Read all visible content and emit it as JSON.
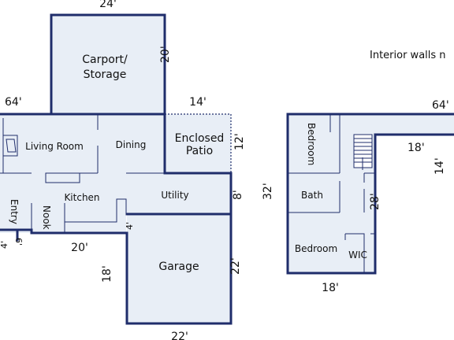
{
  "rooms": {
    "carport_line1": "Carport/",
    "carport_line2": "Storage",
    "living_room": "Living Room",
    "dining": "Dining",
    "enclosed_line1": "Enclosed",
    "enclosed_line2": "Patio",
    "kitchen": "Kitchen",
    "utility": "Utility",
    "entry": "Entry",
    "nook": "Nook",
    "garage": "Garage",
    "bedroom_upper": "Bedroom",
    "bath": "Bath",
    "bedroom_lower": "Bedroom",
    "wic": "WIC"
  },
  "dimensions": {
    "d24": "24'",
    "d20_carport": "20'",
    "d64_left": "64'",
    "d14_patio": "14'",
    "d12": "12'",
    "d8": "8'",
    "d4_garage": "4'",
    "d4_entry": "4'",
    "d6_entry": "6'",
    "d20_bottom": "20'",
    "d18_garage": "18'",
    "d22_side": "22'",
    "d22_bottom": "22'",
    "d32": "32'",
    "d64_right": "64'",
    "d18_top": "18'",
    "d14_right": "14'",
    "d28": "28'",
    "d18_bottom": "18'"
  },
  "note": "Interior walls n"
}
